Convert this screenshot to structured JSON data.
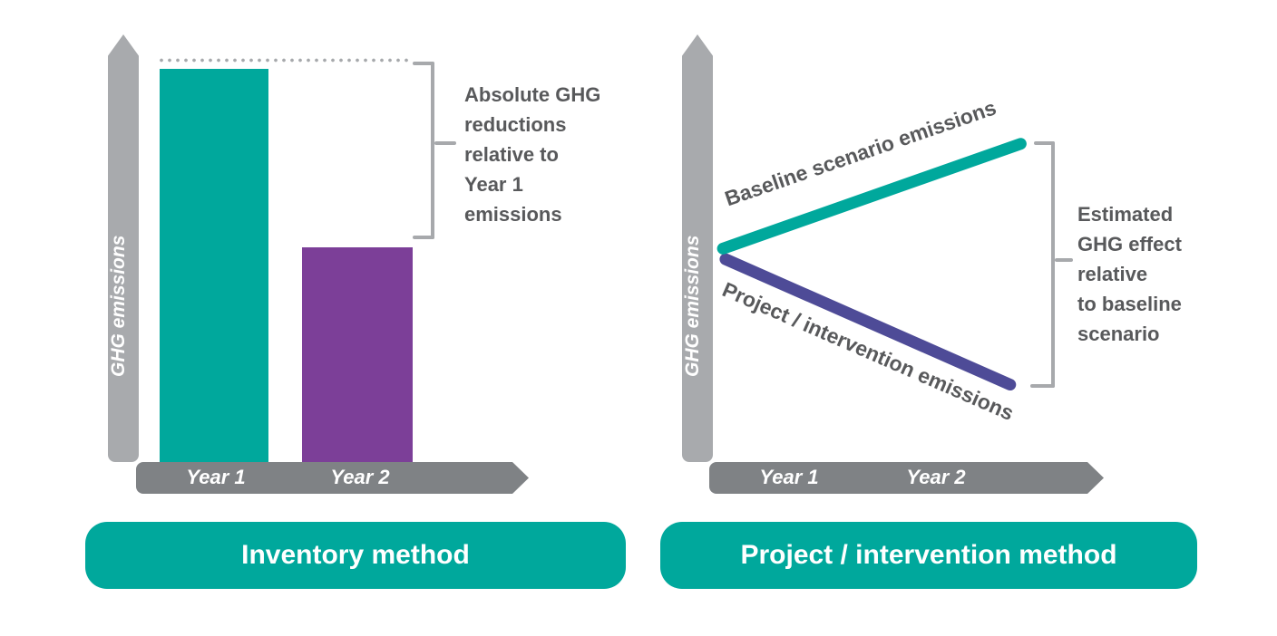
{
  "colors": {
    "teal": "#00A89C",
    "purple": "#7C3F98",
    "indigo": "#4E4B97",
    "axis_gray": "#A8AAAD",
    "xaxis_gray": "#7F8285",
    "annotation_gray": "#58595B"
  },
  "left": {
    "y_axis_label": "GHG emissions",
    "x_labels": [
      "Year 1",
      "Year 2"
    ],
    "annotation_lines": [
      "Absolute GHG",
      "reductions",
      "relative to",
      "Year 1",
      "emissions"
    ],
    "button_label": "Inventory method",
    "bars": [
      {
        "label": "Year 1",
        "color": "#00A89C"
      },
      {
        "label": "Year 2",
        "color": "#7C3F98"
      }
    ]
  },
  "right": {
    "y_axis_label": "GHG emissions",
    "x_labels": [
      "Year 1",
      "Year 2"
    ],
    "line_labels": [
      "Baseline scenario emissions",
      "Project / intervention emissions"
    ],
    "annotation_lines": [
      "Estimated",
      "GHG effect",
      "relative",
      "to baseline",
      "scenario"
    ],
    "button_label": "Project / intervention method"
  },
  "chart_data": [
    {
      "type": "bar",
      "title": "Inventory method",
      "categories": [
        "Year 1",
        "Year 2"
      ],
      "values": [
        100,
        55
      ],
      "xlabel": "",
      "ylabel": "GHG emissions",
      "annotation": "Absolute GHG reductions relative to Year 1 emissions",
      "series_colors": [
        "#00A89C",
        "#7C3F98"
      ]
    },
    {
      "type": "line",
      "title": "Project / intervention method",
      "x": [
        "Year 1",
        "Year 2"
      ],
      "series": [
        {
          "name": "Baseline scenario emissions",
          "values": [
            54,
            82
          ],
          "color": "#00A89C"
        },
        {
          "name": "Project / intervention emissions",
          "values": [
            53,
            20
          ],
          "color": "#4E4B97"
        }
      ],
      "xlabel": "",
      "ylabel": "GHG emissions",
      "annotation": "Estimated GHG effect relative to baseline scenario"
    }
  ]
}
